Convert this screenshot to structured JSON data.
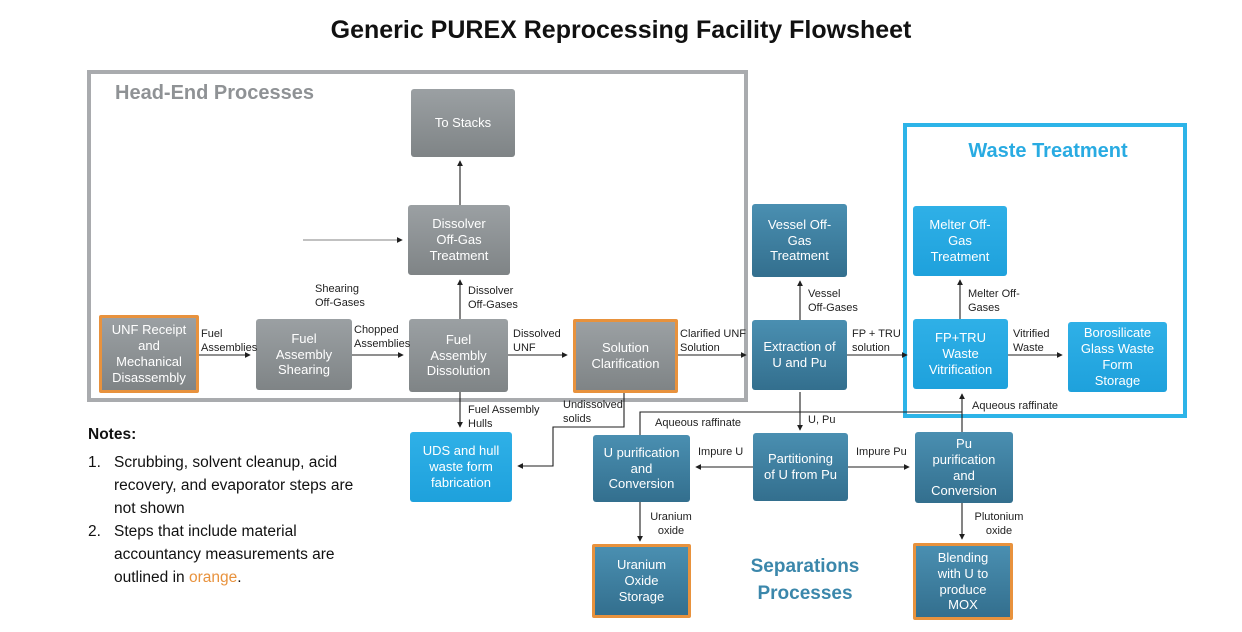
{
  "title": "Generic PUREX Reprocessing Facility Flowsheet",
  "groups": {
    "head_end": {
      "label": "Head-End Processes"
    },
    "waste_treatment": {
      "label": "Waste Treatment"
    },
    "separations": {
      "label": "Separations\nProcesses"
    }
  },
  "nodes": {
    "to_stacks": {
      "label": "To Stacks"
    },
    "dissolver_off_gas": {
      "label": "Dissolver\nOff-Gas\nTreatment"
    },
    "unf_receipt": {
      "label": "UNF Receipt\nand\nMechanical\nDisassembly"
    },
    "fuel_assembly_shearing": {
      "label": "Fuel\nAssembly\nShearing"
    },
    "fuel_assembly_dissolution": {
      "label": "Fuel\nAssembly\nDissolution"
    },
    "solution_clarification": {
      "label": "Solution\nClarification"
    },
    "extraction_u_pu": {
      "label": "Extraction of\nU and Pu"
    },
    "vessel_off_gas": {
      "label": "Vessel Off-\nGas\nTreatment"
    },
    "melter_off_gas": {
      "label": "Melter Off-\nGas\nTreatment"
    },
    "fp_tru_vitrification": {
      "label": "FP+TRU\nWaste\nVitrification"
    },
    "borosilicate_storage": {
      "label": "Borosilicate\nGlass Waste\nForm\nStorage"
    },
    "uds_hull_fabrication": {
      "label": "UDS and hull\nwaste form\nfabrication"
    },
    "u_purification": {
      "label": "U purification\nand\nConversion"
    },
    "partitioning": {
      "label": "Partitioning\nof U from Pu"
    },
    "pu_purification": {
      "label": "Pu\npurification\nand\nConversion"
    },
    "uranium_oxide_storage": {
      "label": "Uranium\nOxide\nStorage"
    },
    "blending_mox": {
      "label": "Blending\nwith U to\nproduce\nMOX"
    }
  },
  "edge_labels": {
    "fuel_assemblies": "Fuel\nAssemblies",
    "shearing_off_gases": "Shearing\nOff-Gases",
    "chopped_assemblies": "Chopped\nAssemblies",
    "dissolver_off_gases": "Dissolver\nOff-Gases",
    "dissolved_unf": "Dissolved\nUNF",
    "clarified_unf_solution": "Clarified UNF\nSolution",
    "vessel_off_gases": "Vessel\nOff-Gases",
    "fp_tru_solution": "FP + TRU\nsolution",
    "melter_off_gases": "Melter Off-\nGases",
    "vitrified_waste": "Vitrified\nWaste",
    "fuel_assembly_hulls": "Fuel Assembly\nHulls",
    "undissolved_solids": "Undissolved\nsolids",
    "aqueous_raffinate_left": "Aqueous raffinate",
    "aqueous_raffinate_right": "Aqueous raffinate",
    "u_pu": "U, Pu",
    "impure_u": "Impure U",
    "impure_pu": "Impure Pu",
    "uranium_oxide": "Uranium\noxide",
    "plutonium_oxide": "Plutonium\noxide"
  },
  "notes": {
    "heading": "Notes:",
    "item1_number": "1.",
    "item1_text": "Scrubbing, solvent cleanup, acid recovery, and evaporator steps are not shown",
    "item2_number": "2.",
    "item2_prefix": "Steps that include material accountancy measurements are outlined in ",
    "item2_highlight": "orange",
    "item2_suffix": "."
  },
  "colors": {
    "gray_box": "#8d9295",
    "steel_blue_box": "#3e82a4",
    "cyan_box": "#29ace2",
    "orange_accent": "#e8923d",
    "head_end_border": "#a9abae",
    "waste_border": "#2db4e8",
    "waste_title": "#29abe2",
    "separations_title": "#3b87ab",
    "arrow": "#1f1f1f"
  }
}
